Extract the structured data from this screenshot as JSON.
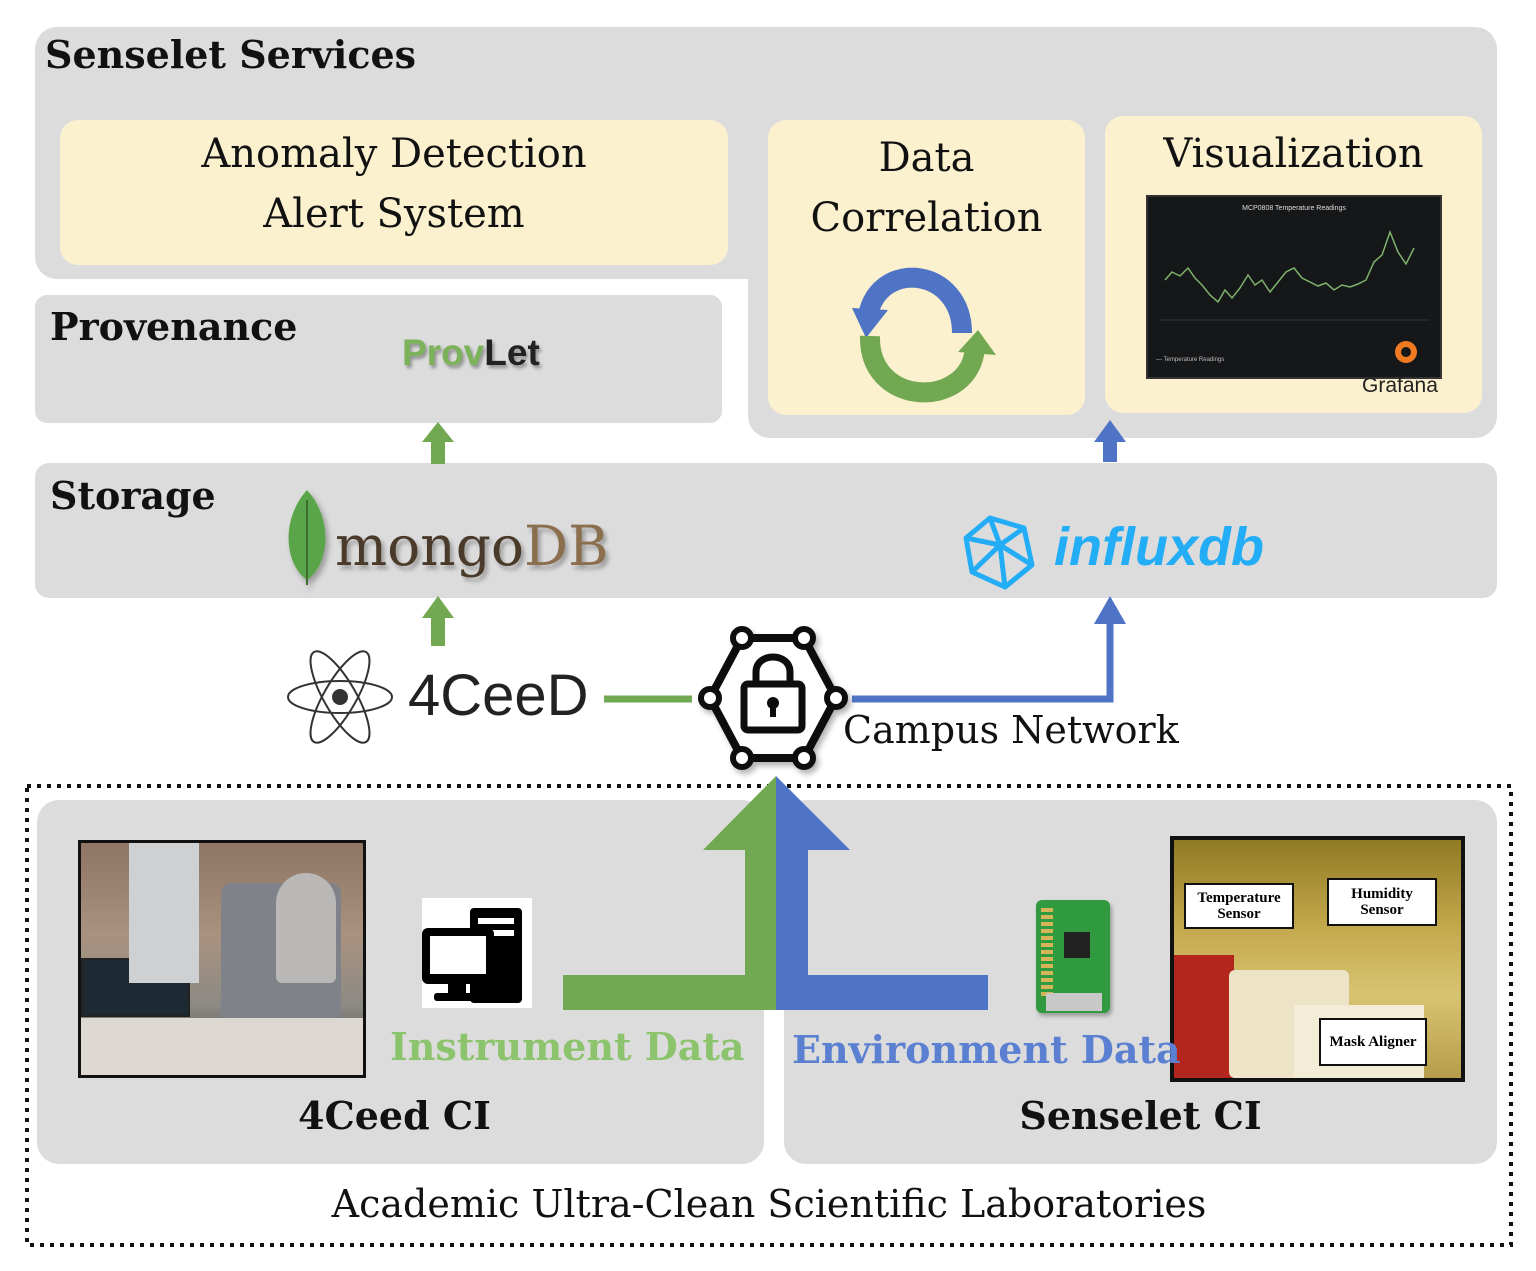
{
  "services": {
    "title": "Senselet Services",
    "anomaly_line1": "Anomaly Detection",
    "anomaly_line2": "Alert System",
    "correlation_line1": "Data",
    "correlation_line2": "Correlation",
    "visualization": "Visualization",
    "grafana_chart_title": "MCP0808 Temperature Readings",
    "grafana_legend": "— Temperature Readings",
    "grafana_label": "Grafana"
  },
  "provenance": {
    "title": "Provenance",
    "logo_part1": "Prov",
    "logo_part2": "Let"
  },
  "storage": {
    "title": "Storage",
    "mongo_part1": "mongo",
    "mongo_part2": "DB",
    "influx": "influxdb"
  },
  "network": {
    "fourceed_logo": "4CeeD",
    "campus_network": "Campus Network"
  },
  "labs": {
    "instrument_data": "Instrument Data",
    "environment_data": "Environment Data",
    "fourceed_ci": "4Ceed CI",
    "senselet_ci": "Senselet CI",
    "footer": "Academic Ultra-Clean Scientific Laboratories",
    "sensor_temperature": "Temperature Sensor",
    "sensor_humidity": "Humidity Sensor",
    "sensor_mask": "Mask Aligner"
  },
  "colors": {
    "green": "#72a852",
    "blue": "#4f74c6",
    "panel": "#dcdcdc",
    "cream": "#fbf1cf",
    "influx_blue": "#22adf6"
  }
}
